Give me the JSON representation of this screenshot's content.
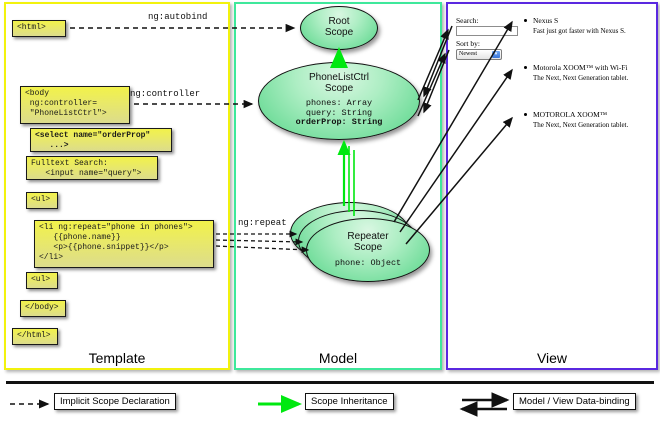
{
  "panels": {
    "template": {
      "label": "Template",
      "border_color": "#f2f20d"
    },
    "model": {
      "label": "Model",
      "border_color": "#3ee89b"
    },
    "view": {
      "label": "View",
      "border_color": "#5a28e0"
    }
  },
  "template": {
    "boxes": [
      {
        "name": "html-open",
        "text": "<html>"
      },
      {
        "name": "body-open",
        "text": "<body\n ng:controller=\n \"PhoneListCtrl\">"
      },
      {
        "name": "select-tag",
        "text": "<select name=\"orderProp\"\n   ...>",
        "bold": true
      },
      {
        "name": "search-input",
        "text": "Fulltext Search:\n   <input name=\"query\">"
      },
      {
        "name": "ul-open",
        "text": "<ul>"
      },
      {
        "name": "li-repeat",
        "text": "<li ng:repeat=\"phone in phones\">\n   {{phone.name}}\n   <p>{{phone.snippet}}</p>\n</li>"
      },
      {
        "name": "ul-close",
        "text": "<ul>"
      },
      {
        "name": "body-close",
        "text": "</body>"
      },
      {
        "name": "html-close",
        "text": "</html>"
      }
    ]
  },
  "connectors": {
    "autobind": "ng:autobind",
    "controller": "ng:controller",
    "repeat": "ng:repeat"
  },
  "model": {
    "scopes": [
      {
        "name": "root-scope",
        "title_line1": "Root",
        "title_line2": "Scope",
        "props": []
      },
      {
        "name": "phonelistctrl-scope",
        "title_line1": "PhoneListCtrl",
        "title_line2": "Scope",
        "props": [
          {
            "text": "phones: Array",
            "bold": false
          },
          {
            "text": "query: String",
            "bold": false
          },
          {
            "text": "orderProp: String",
            "bold": true
          }
        ]
      },
      {
        "name": "repeater-scope",
        "title_line1": "Repeater",
        "title_line2": "Scope",
        "props": [
          {
            "text": "phone: Object",
            "bold": false
          }
        ]
      }
    ]
  },
  "view": {
    "search_label": "Search:",
    "search_value": "",
    "sort_label": "Sort by:",
    "sort_selected": "Newest",
    "phones": [
      {
        "name": "Nexus S",
        "snippet": "Fast just got faster with Nexus S."
      },
      {
        "name": "Motorola XOOM™ with Wi-Fi",
        "snippet": "The Next, Next Generation tablet."
      },
      {
        "name": "MOTOROLA XOOM™",
        "snippet": "The Next, Next Generation tablet."
      }
    ]
  },
  "legend": {
    "items": [
      {
        "name": "implicit-scope-declaration",
        "label": "Implicit Scope Declaration",
        "style": "dashed-arrow",
        "color": "#111111"
      },
      {
        "name": "scope-inheritance",
        "label": "Scope Inheritance",
        "style": "green-arrow",
        "color": "#00e810"
      },
      {
        "name": "model-view-data-binding",
        "label": "Model / View Data-binding",
        "style": "double-arrow",
        "color": "#111111"
      }
    ]
  }
}
